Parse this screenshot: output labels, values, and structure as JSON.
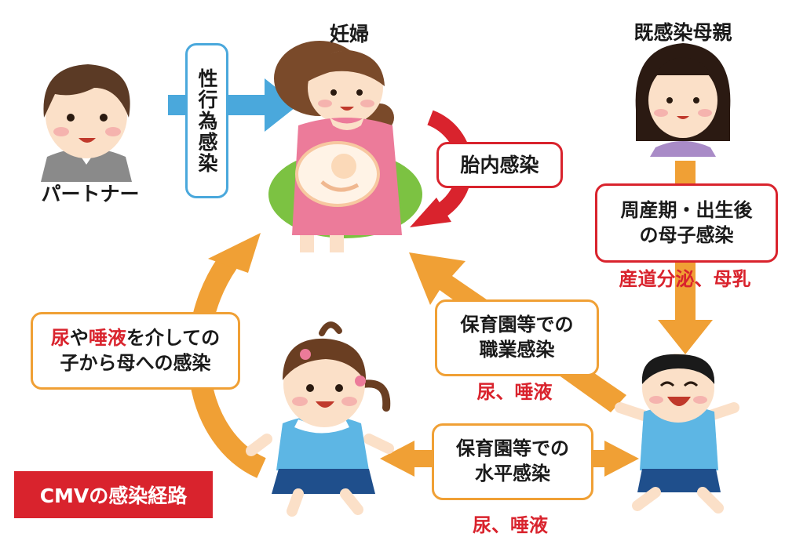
{
  "nodes": {
    "pregnant_woman": "妊婦",
    "infected_mother": "既感染母親",
    "partner": "パートナー"
  },
  "edges": {
    "sexual": "性行為感染",
    "intrauterine": "胎内感染",
    "perinatal_line1": "周産期・出生後",
    "perinatal_line2": "の母子感染",
    "perinatal_sub": "産道分泌、母乳",
    "occupational_line1": "保育園等での",
    "occupational_line2": "職業感染",
    "occupational_sub": "尿、唾液",
    "horizontal_line1": "保育園等での",
    "horizontal_line2": "水平感染",
    "horizontal_sub": "尿、唾液",
    "child_mother": {
      "part1": "尿",
      "part2": "や",
      "part3": "唾液",
      "part4": "を介しての",
      "line2": "子から母への感染"
    }
  },
  "tag": "CMVの感染経路",
  "colors": {
    "red": "#d9232d",
    "orange": "#f0a035",
    "blue": "#4aa8dc",
    "green": "#7cc242",
    "pink": "#ec7b9a"
  }
}
